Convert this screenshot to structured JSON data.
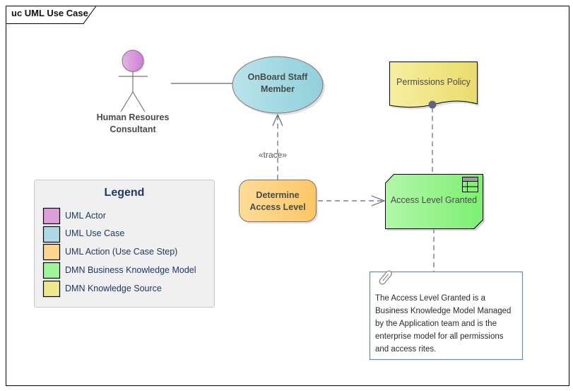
{
  "frame": {
    "title": "uc UML Use Case"
  },
  "actor": {
    "label_line1": "Human Resoures",
    "label_line2": "Consultant",
    "color": "#dc9fdc"
  },
  "use_case": {
    "label_line1": "OnBoard Staff",
    "label_line2": "Member",
    "color": "#a8dce6"
  },
  "action": {
    "label_line1": "Determine",
    "label_line2": "Access Level",
    "color": "#fdd58a"
  },
  "bkm": {
    "label": "Access Level Granted",
    "color": "#a4f59a"
  },
  "knowledge_source": {
    "label": "Permissions Policy",
    "color": "#f0e68c"
  },
  "connectors": {
    "trace_label": "«trace»"
  },
  "note": {
    "lines": [
      "The Access Level Granted is a",
      "Business Knowledge Model Managed",
      "by the Application team and is the",
      "enterprise model for all permissions",
      "and access rites."
    ]
  },
  "legend": {
    "title": "Legend",
    "items": [
      {
        "label": "UML Actor",
        "color": "#dc9fdc"
      },
      {
        "label": "UML Use Case",
        "color": "#add8e6"
      },
      {
        "label": "UML Action (Use Case Step)",
        "color": "#fdd68e"
      },
      {
        "label": "DMN Business Knowledge Model",
        "color": "#9ef59a"
      },
      {
        "label": "DMN Knowledge Source",
        "color": "#f0e68c"
      }
    ]
  }
}
